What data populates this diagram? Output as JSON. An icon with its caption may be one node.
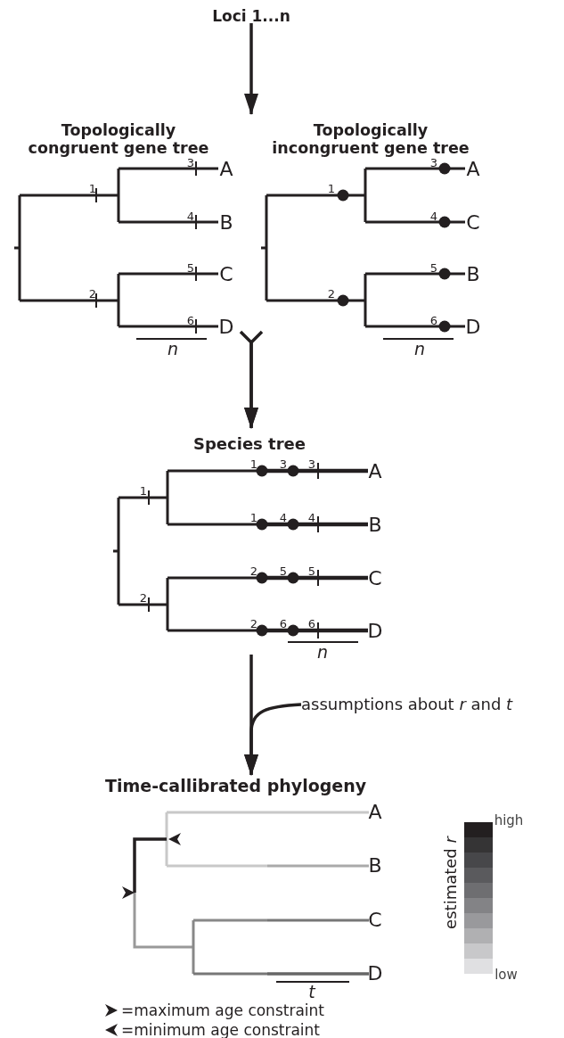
{
  "diagram": {
    "nodes": [
      {
        "text": [
          "Loci 1...n"
        ]
      },
      {
        "text": [
          "Topologically congruent gene tree"
        ]
      },
      {
        "text": [
          "Topologically incongruent gene tree"
        ]
      },
      {
        "text": [
          "Species tree"
        ]
      },
      {
        "text": [
          "Time-callibrated phylogeny"
        ]
      },
      {
        "text": [
          "assumptions about *r* and *t*"
        ]
      }
    ],
    "edges": [
      {
        "from": 0,
        "to": 1,
        "arrow": "to"
      },
      {
        "from": 0,
        "to": 2,
        "arrow": "to"
      },
      {
        "from": 1,
        "to": 3,
        "arrow": "to"
      },
      {
        "from": 2,
        "to": 3,
        "arrow": "to"
      },
      {
        "from": 3,
        "to": 4,
        "arrow": "to"
      },
      {
        "from": 5,
        "to": 4,
        "arrow": "to"
      }
    ],
    "labels": [
      "3",
      "A",
      "1",
      "4",
      "B",
      "5",
      "C",
      "2",
      "6",
      "D",
      "n",
      "3",
      "A",
      "1",
      "4",
      "C",
      "5",
      "B",
      "2",
      "6",
      "D",
      "n",
      "1",
      "3",
      "3",
      "A",
      "1",
      "1",
      "4",
      "4",
      "B",
      "2",
      "5",
      "5",
      "C",
      "2",
      "2",
      "6",
      "6",
      "D",
      "n",
      "A",
      "high",
      "estimated *r*",
      "B",
      "C",
      "D",
      "low",
      "t"
    ],
    "legend": [
      {
        "text": "=maximum age constraint"
      },
      {
        "text": "=minimum age constraint"
      }
    ]
  }
}
